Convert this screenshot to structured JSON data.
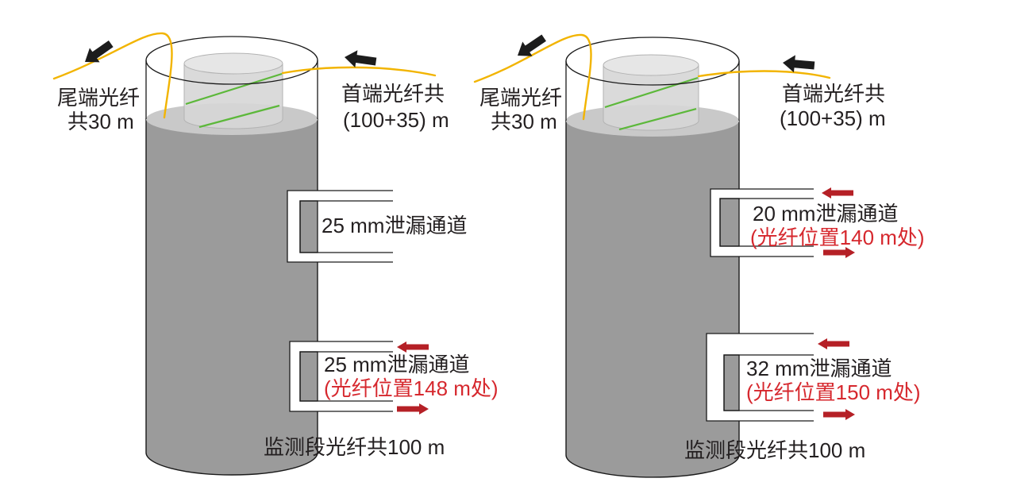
{
  "cylinders": [
    {
      "tail_fiber_line1": "尾端光纤",
      "tail_fiber_line2": "共30 m",
      "head_fiber_line1": "首端光纤共",
      "head_fiber_line2": "(100+35) m",
      "channels": [
        {
          "label": "25 mm泄漏通道"
        },
        {
          "label": "25 mm泄漏通道",
          "position": "(光纤位置148 m处)"
        }
      ],
      "monitor_label": "监测段光纤共100 m"
    },
    {
      "tail_fiber_line1": "尾端光纤",
      "tail_fiber_line2": "共30 m",
      "head_fiber_line1": "首端光纤共",
      "head_fiber_line2": "(100+35) m",
      "channels": [
        {
          "label": "20 mm泄漏通道",
          "position": "(光纤位置140 m处)"
        },
        {
          "label": "32 mm泄漏通道",
          "position": "(光纤位置150 m处)"
        }
      ],
      "monitor_label": "监测段光纤共100 m"
    }
  ],
  "colors": {
    "body": "#9b9b9b",
    "top": "#c9c9c9",
    "fiber": "#f2b400",
    "marker": "#5cb83a",
    "flow": "#b52026",
    "pos": "#d6282e"
  }
}
